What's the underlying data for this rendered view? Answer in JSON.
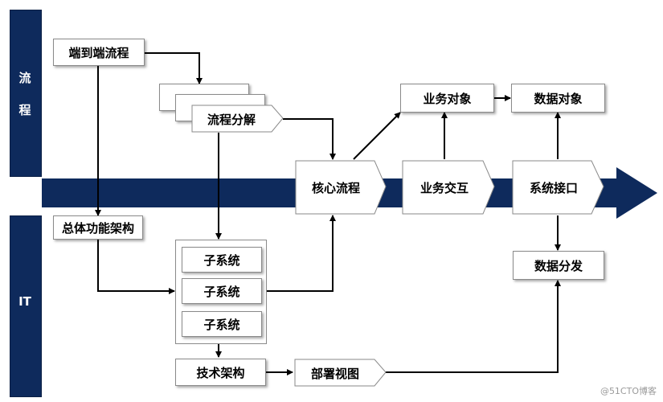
{
  "lanes": {
    "process": "流程",
    "process_line2": "程",
    "it": "IT"
  },
  "nodes": {
    "e2e_process": "端到端流程",
    "process_breakdown": "流程分解",
    "core_process": "核心流程",
    "business_object": "业务对象",
    "data_object": "数据对象",
    "business_interaction": "业务交互",
    "system_interface": "系统接口",
    "overall_function": "总体功能架构",
    "subsystem_1": "子系统",
    "subsystem_2": "子系统",
    "subsystem_3": "子系统",
    "data_distribution": "数据分发",
    "tech_architecture": "技术架构",
    "deployment_view": "部署视图"
  },
  "watermark": "@51CTO博客",
  "colors": {
    "band": "#0e2a5c",
    "line": "#000000"
  }
}
